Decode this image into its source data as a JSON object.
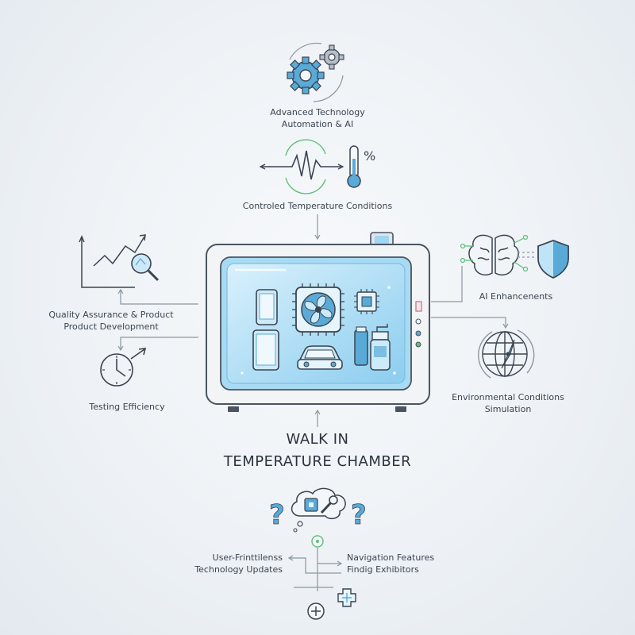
{
  "title": {
    "line1": "WALK IN",
    "line2": "TEMPERATURE CHAMBER"
  },
  "nodes": {
    "advanced_technology": {
      "line1": "Advanced Technology",
      "line2": "Automation & AI"
    },
    "controlled_temperature": {
      "line1": "Controled Temperature Conditions"
    },
    "quality_assurance": {
      "line1": "Quality Assurance & Product",
      "line2": "Product Development"
    },
    "testing_efficiency": {
      "line1": "Testing Efficiency"
    },
    "ai_enhancements": {
      "line1": "AI Enhancenents"
    },
    "environmental_conditions": {
      "line1": "Environmental Conditions",
      "line2": "Simulation"
    },
    "user_friendliness": {
      "line1": "User-Frinttilenss",
      "line2": "Technology Updates"
    },
    "navigation_features": {
      "line1": "Navigation Features",
      "line2": "Findig Exhibitors"
    }
  },
  "icon_text": {
    "percent_sign": "%",
    "question_mark": "?"
  },
  "colors": {
    "accent_blue": "#5aaad8",
    "light_blue": "#bfe4f7",
    "line_gray": "#8c96a0",
    "dark_stroke": "#3a4450",
    "accent_green": "#5fbf7a"
  }
}
